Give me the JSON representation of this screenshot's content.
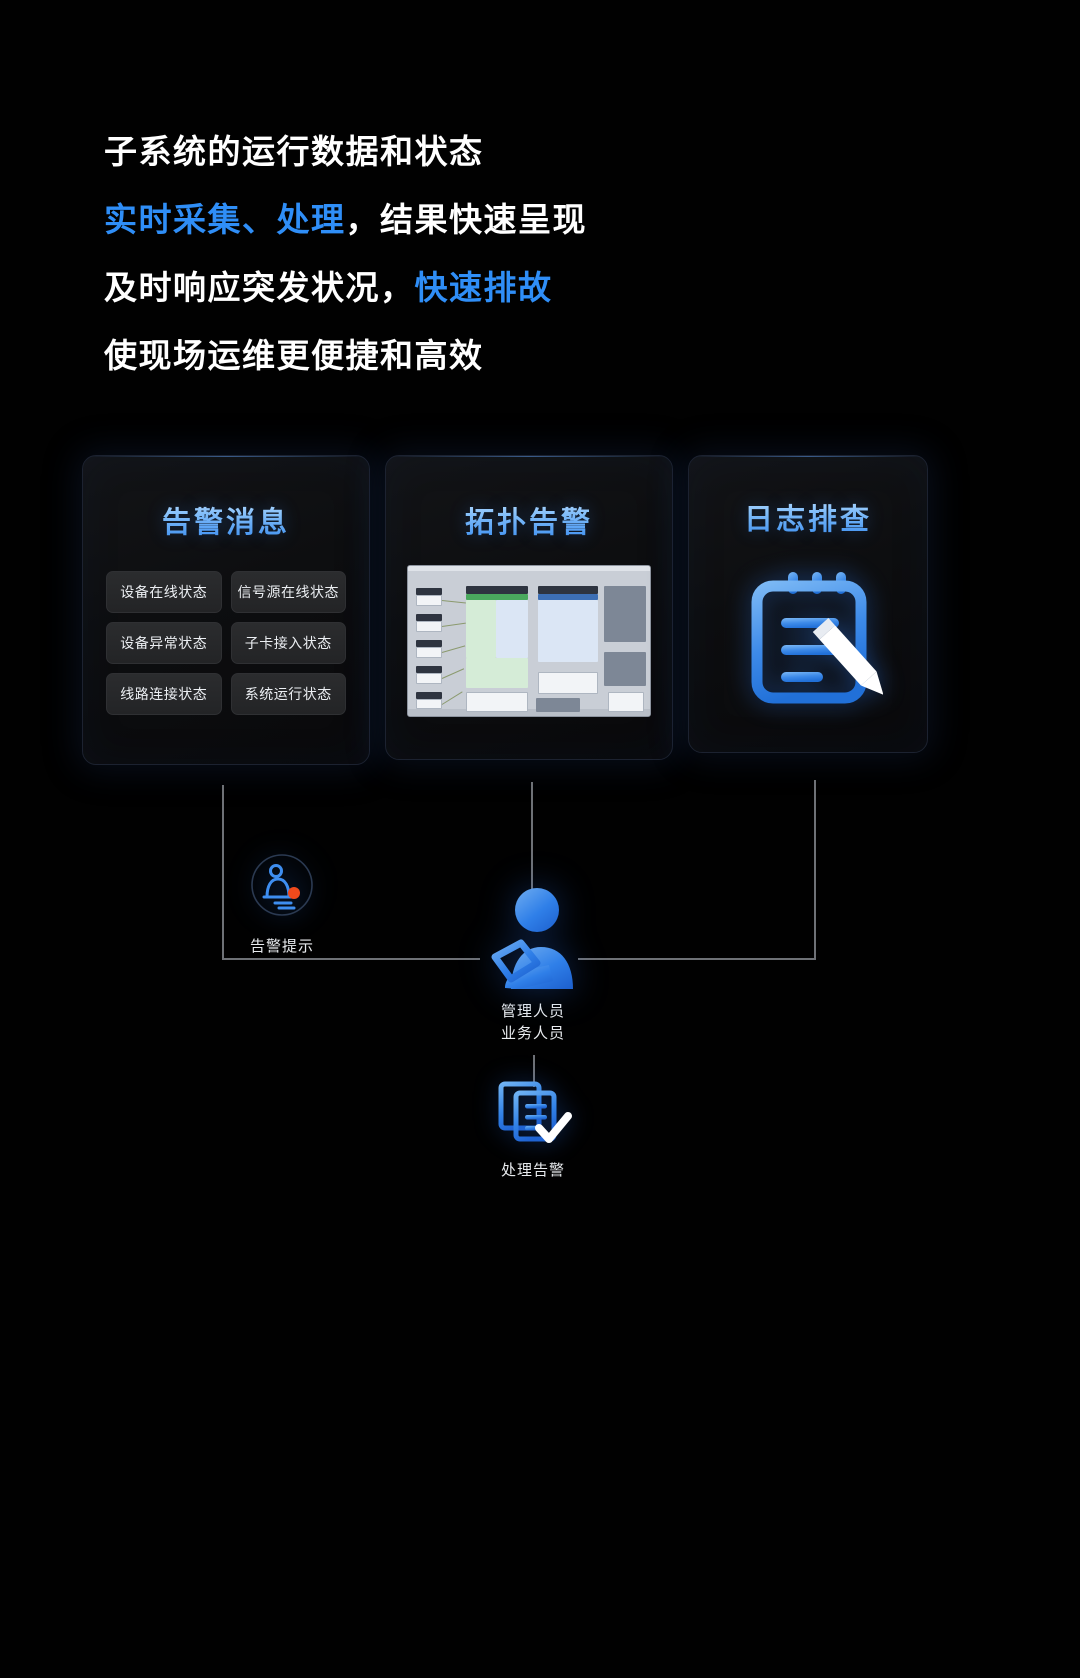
{
  "headline": {
    "line1": "子系统的运行数据和状态",
    "line2_blue": "实时采集、处理",
    "line2_rest": "，结果快速呈现",
    "line3_rest": "及时响应突发状况，",
    "line3_blue": "快速排故",
    "line4": "使现场运维更便捷和高效"
  },
  "cards": [
    {
      "title": "告警消息",
      "tags": [
        "设备在线状态",
        "信号源在线状态",
        "设备异常状态",
        "子卡接入状态",
        "线路连接状态",
        "系统运行状态"
      ]
    },
    {
      "title": "拓扑告警",
      "image_alt": "topology-screenshot"
    },
    {
      "title": "日志排查",
      "icon": "clipboard-pencil-icon"
    }
  ],
  "flow": {
    "alert": {
      "label": "告警提示",
      "icon": "bell-alert-icon"
    },
    "person": {
      "label_line1": "管理人员",
      "label_line2": "业务人员",
      "icon": "person-tablet-icon"
    },
    "handle": {
      "label": "处理告警",
      "icon": "document-check-icon"
    }
  },
  "colors": {
    "background": "#010101",
    "accent_blue": "#2f8ef7",
    "title_gradient_top": "#bfe0ff",
    "title_gradient_bottom": "#3b8ef0",
    "text_white": "#ffffff",
    "tag_bg": "#272829",
    "connector": "#6e7176",
    "badge_orange": "#ef4a1c"
  }
}
